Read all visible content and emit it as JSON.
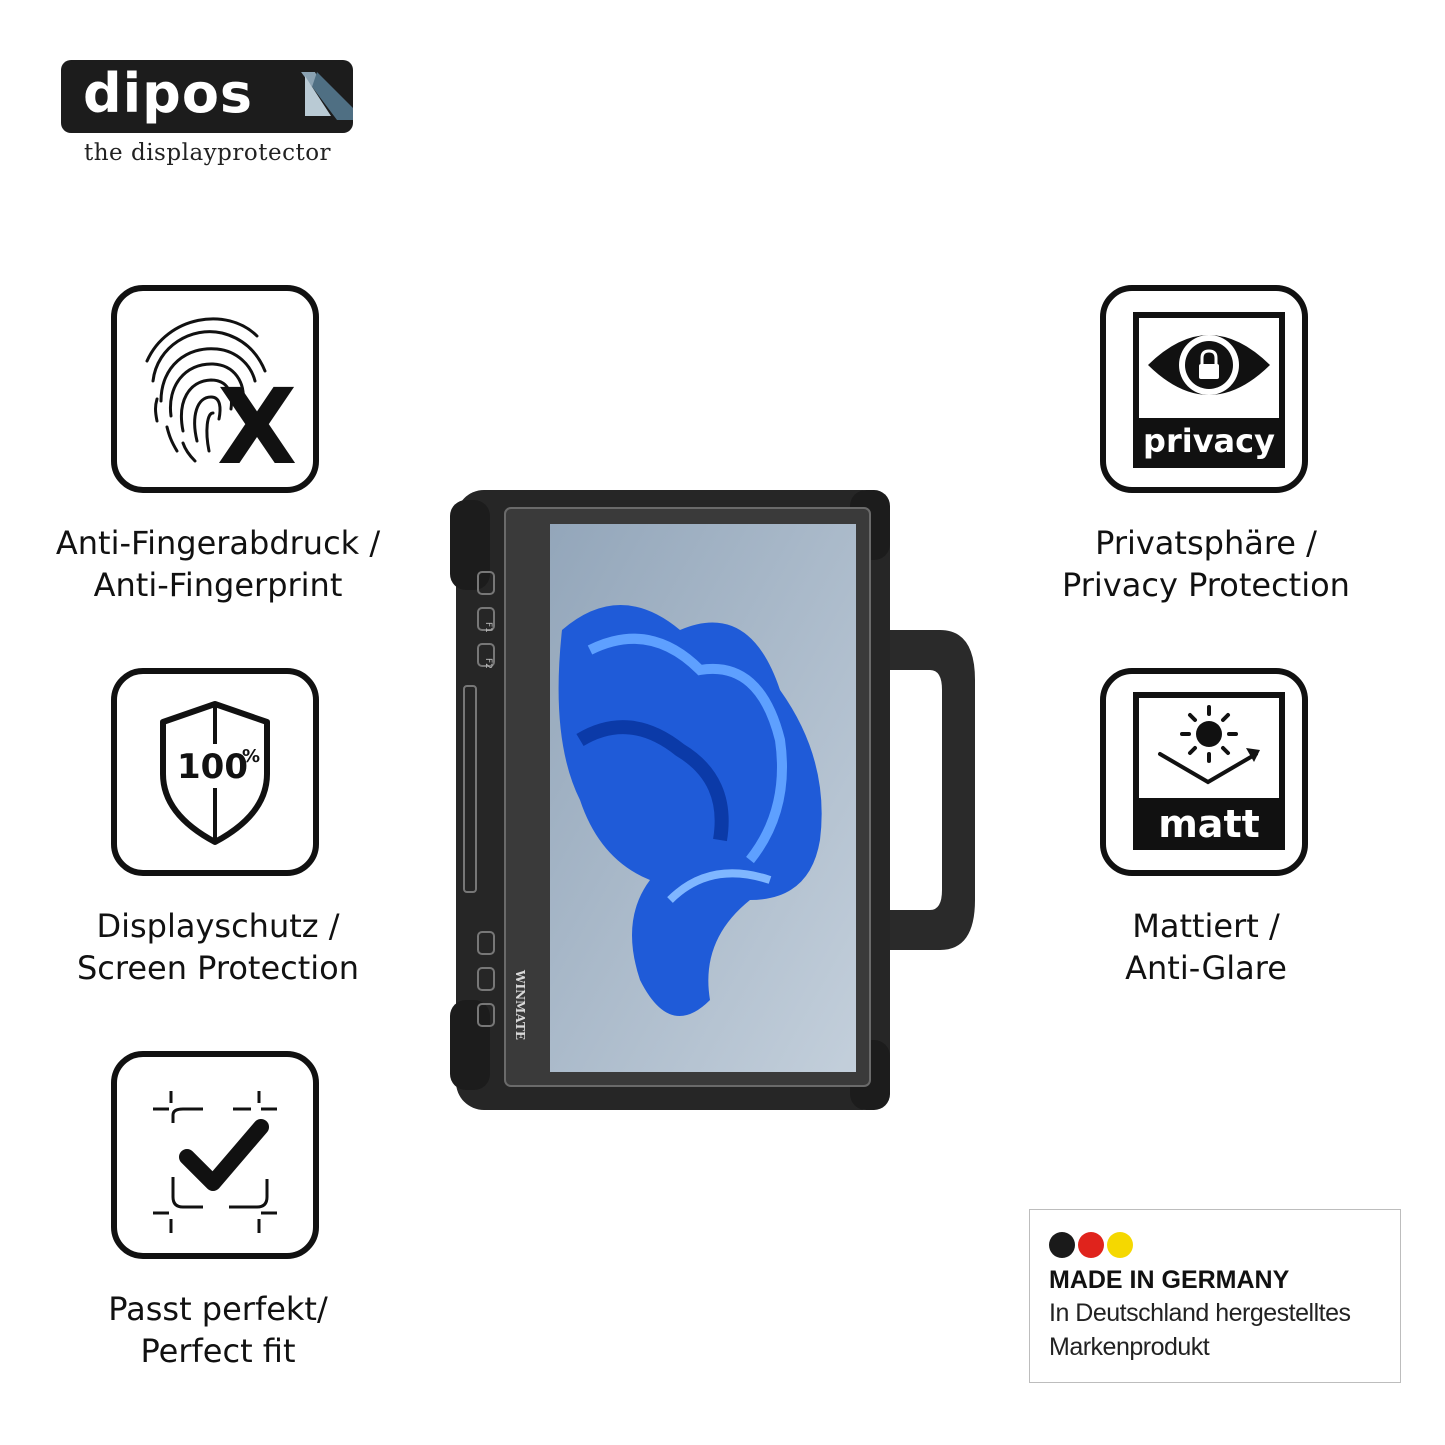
{
  "logo": {
    "wordmark": "dipos",
    "tagline": "the displayprotector"
  },
  "features": [
    {
      "icon": "fingerprint-x-icon",
      "line1": "Anti-Fingerabdruck /",
      "line2": "Anti-Fingerprint"
    },
    {
      "icon": "shield-100-icon",
      "shield_text": "100",
      "shield_sup": "%",
      "line1": "Displayschutz /",
      "line2": "Screen Protection"
    },
    {
      "icon": "perfect-fit-check-icon",
      "line1": "Passt perfekt/",
      "line2": "Perfect fit"
    },
    {
      "icon": "privacy-eye-lock-icon",
      "label": "privacy",
      "line1": "Privatsphäre /",
      "line2": "Privacy Protection"
    },
    {
      "icon": "matt-sun-icon",
      "label": "matt",
      "line1": "Mattiert /",
      "line2": "Anti-Glare"
    }
  ],
  "device": {
    "brand": "WINMATE",
    "buttons": [
      "F1",
      "F2"
    ]
  },
  "badge": {
    "title": "MADE IN GERMANY",
    "line1": "In Deutschland hergestelltes",
    "line2": "Markenprodukt",
    "colors": [
      "#1a1a1a",
      "#e0231c",
      "#f5d800"
    ]
  }
}
